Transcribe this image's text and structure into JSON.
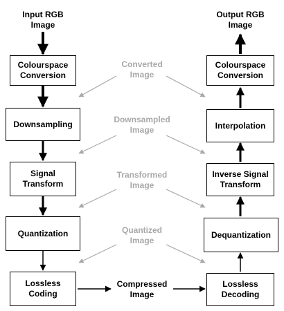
{
  "labels": {
    "input": "Input RGB\nImage",
    "output": "Output RGB\nImage",
    "converted": "Converted\nImage",
    "downsampled": "Downsampled\nImage",
    "transformed": "Transformed\nImage",
    "quantized": "Quantized\nImage",
    "compressed": "Compressed\nImage"
  },
  "encoder": {
    "colourspace": "Colourspace\nConversion",
    "downsampling": "Downsampling",
    "signal_transform": "Signal\nTransform",
    "quantization": "Quantization",
    "lossless_coding": "Lossless\nCoding"
  },
  "decoder": {
    "colourspace": "Colourspace\nConversion",
    "interpolation": "Interpolation",
    "inverse_transform": "Inverse Signal\nTransform",
    "dequantization": "Dequantization",
    "lossless_decoding": "Lossless\nDecoding"
  },
  "colors": {
    "box_border": "#000000",
    "arrow": "#000000",
    "faded": "#a8a8a8"
  }
}
